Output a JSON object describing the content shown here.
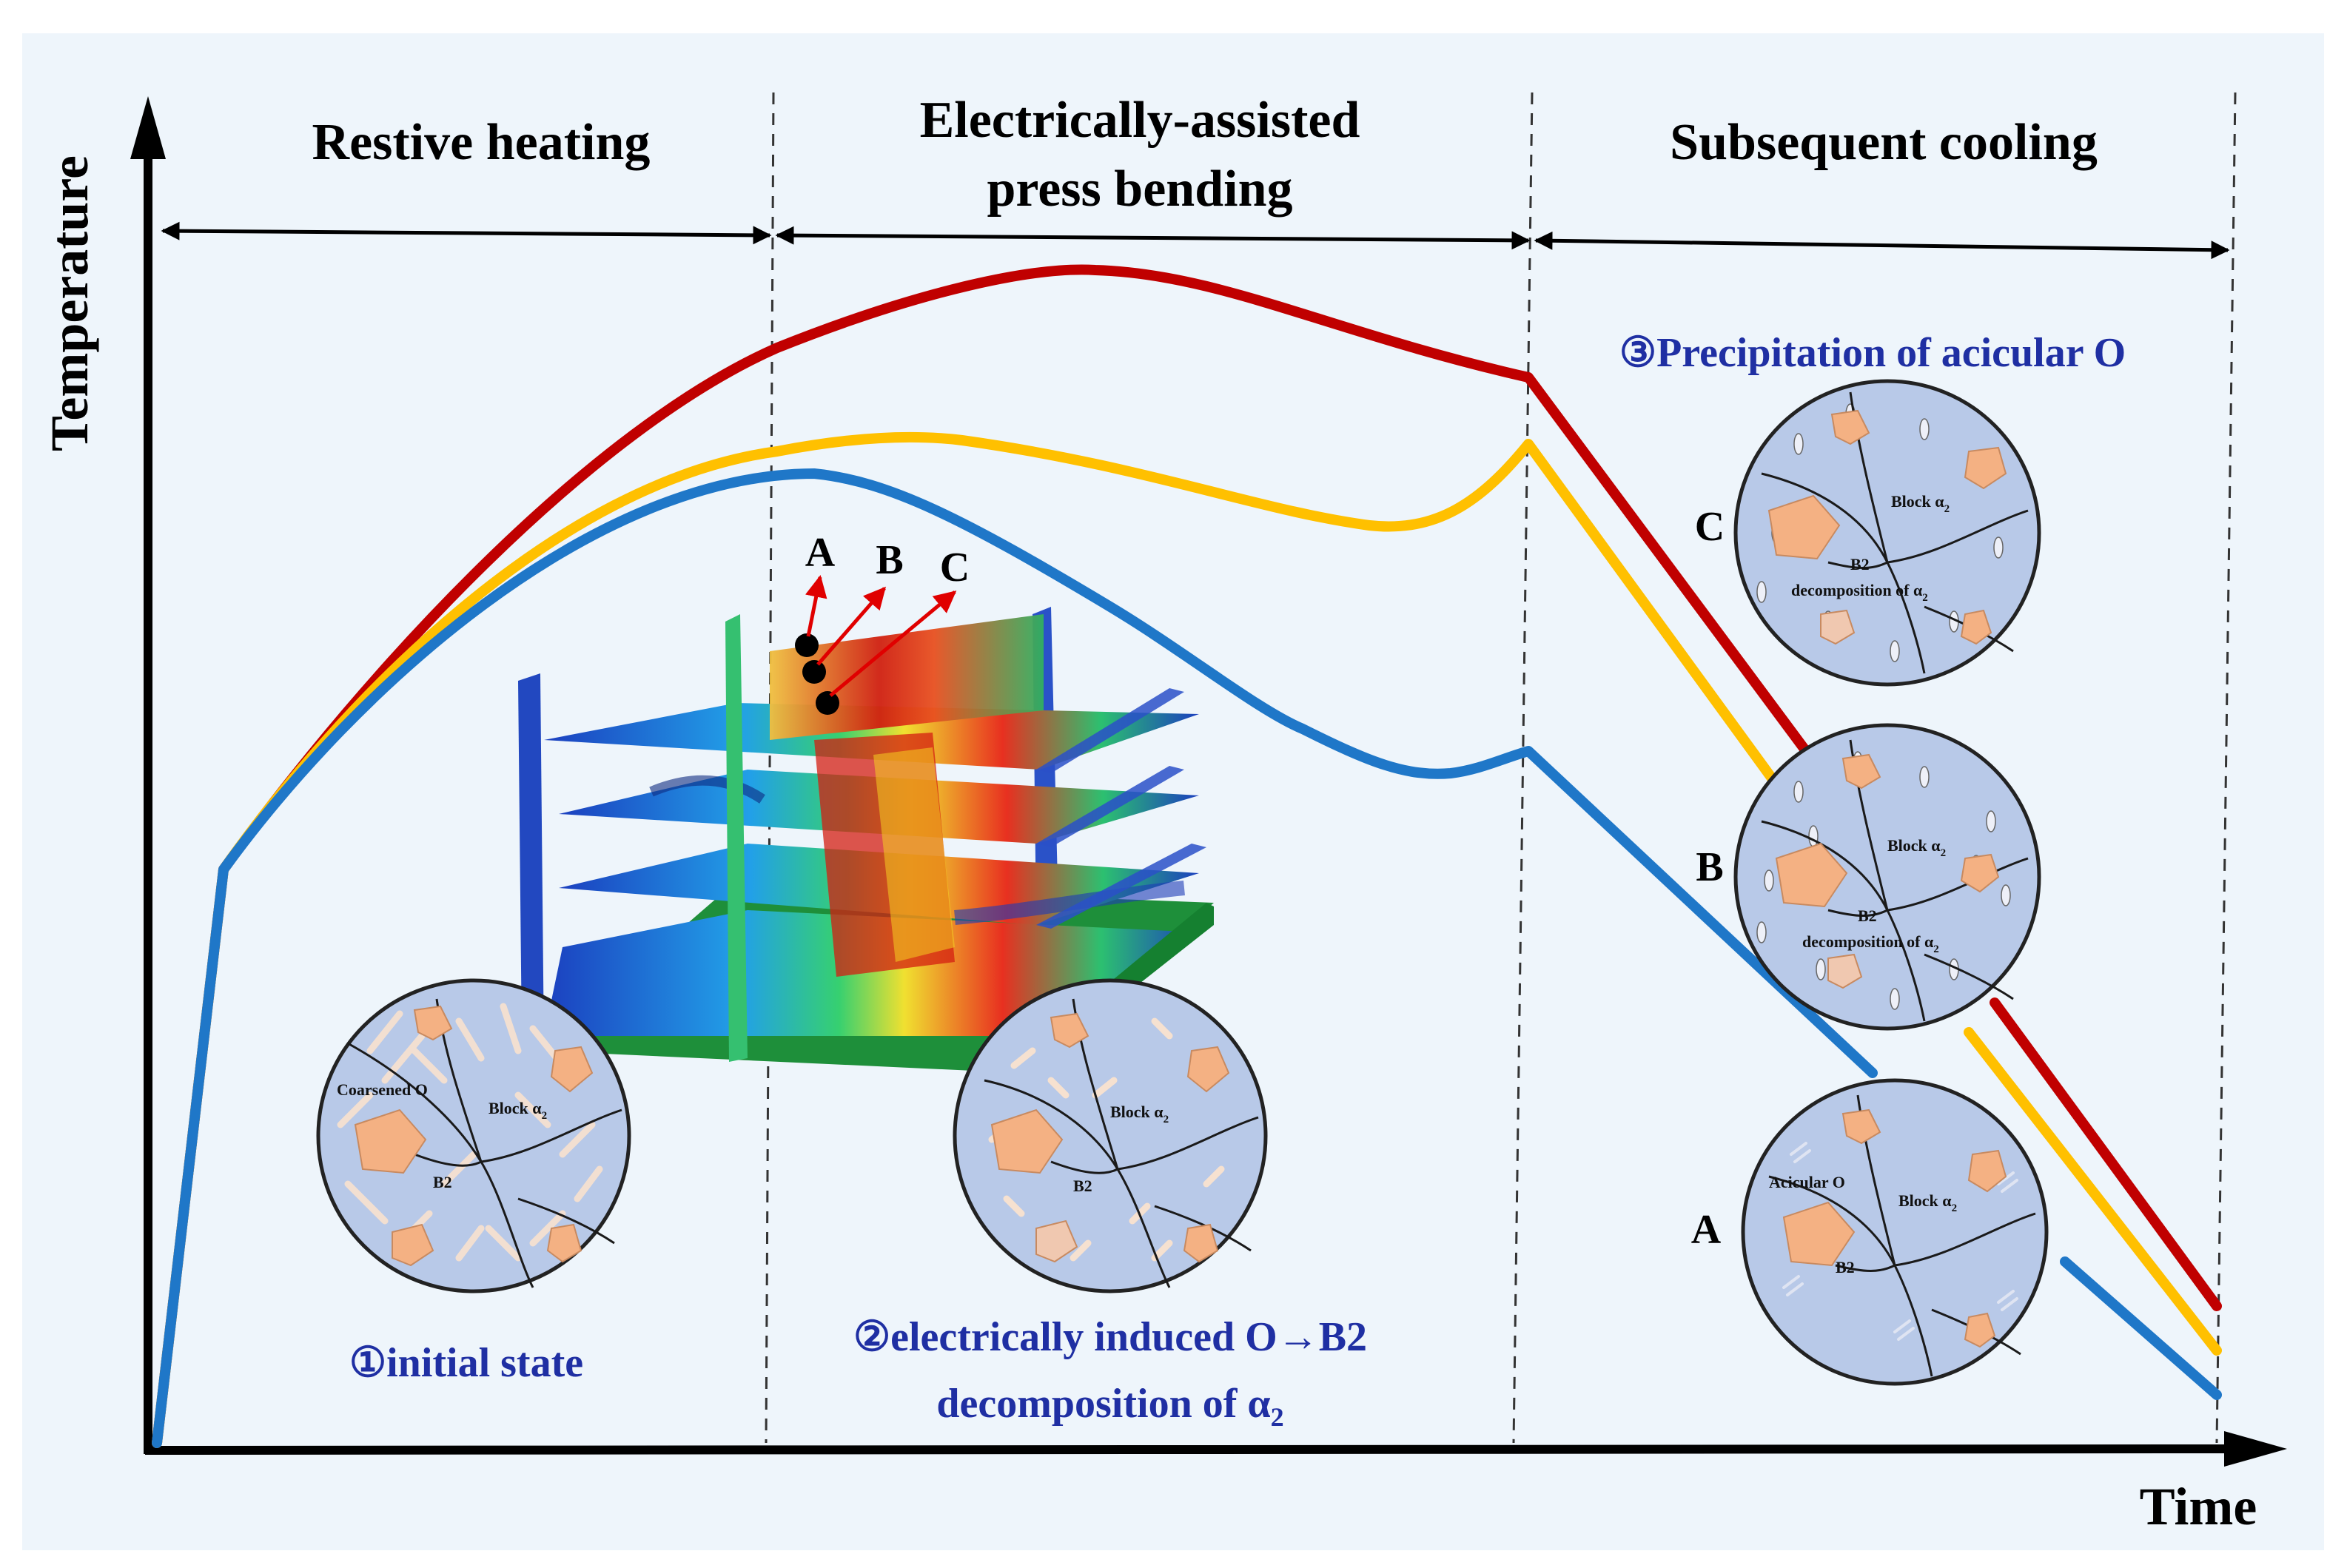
{
  "diagram": {
    "axes": {
      "y_label": "Temperature",
      "x_label": "Time"
    },
    "stages": [
      {
        "lines": [
          "Restive heating"
        ]
      },
      {
        "lines": [
          "Electrically-assisted",
          "press bending"
        ]
      },
      {
        "lines": [
          "Subsequent cooling"
        ]
      }
    ],
    "curves": [
      {
        "id": "C",
        "color": "#c00000"
      },
      {
        "id": "B",
        "color": "#ffc000"
      },
      {
        "id": "A",
        "color": "#1f77c8"
      }
    ],
    "fe_model": {
      "point_labels": [
        "A",
        "B",
        "C"
      ]
    },
    "state_labels": {
      "initial": "①initial state",
      "electrical_line1": "②electrically induced O→B2",
      "electrical_line2": "decomposition of α",
      "electrical_sub": "2",
      "precipitation": "③Precipitation of acicular O"
    },
    "micro_texts": {
      "coarsened_o": "Coarsened O",
      "block_alpha": "Block α",
      "alpha_sub": "2",
      "b2": "B2",
      "b2_decomp_line2": "decomposition of α",
      "acicular_o": "Acicular O"
    },
    "circle_labels": {
      "c": "C",
      "b": "B",
      "a": "A"
    },
    "colors": {
      "background": "#eef5fb",
      "micro_fill": "#b8c9e8",
      "grain_fill": "#f4b183",
      "label_blue": "#1f2fa3"
    }
  }
}
